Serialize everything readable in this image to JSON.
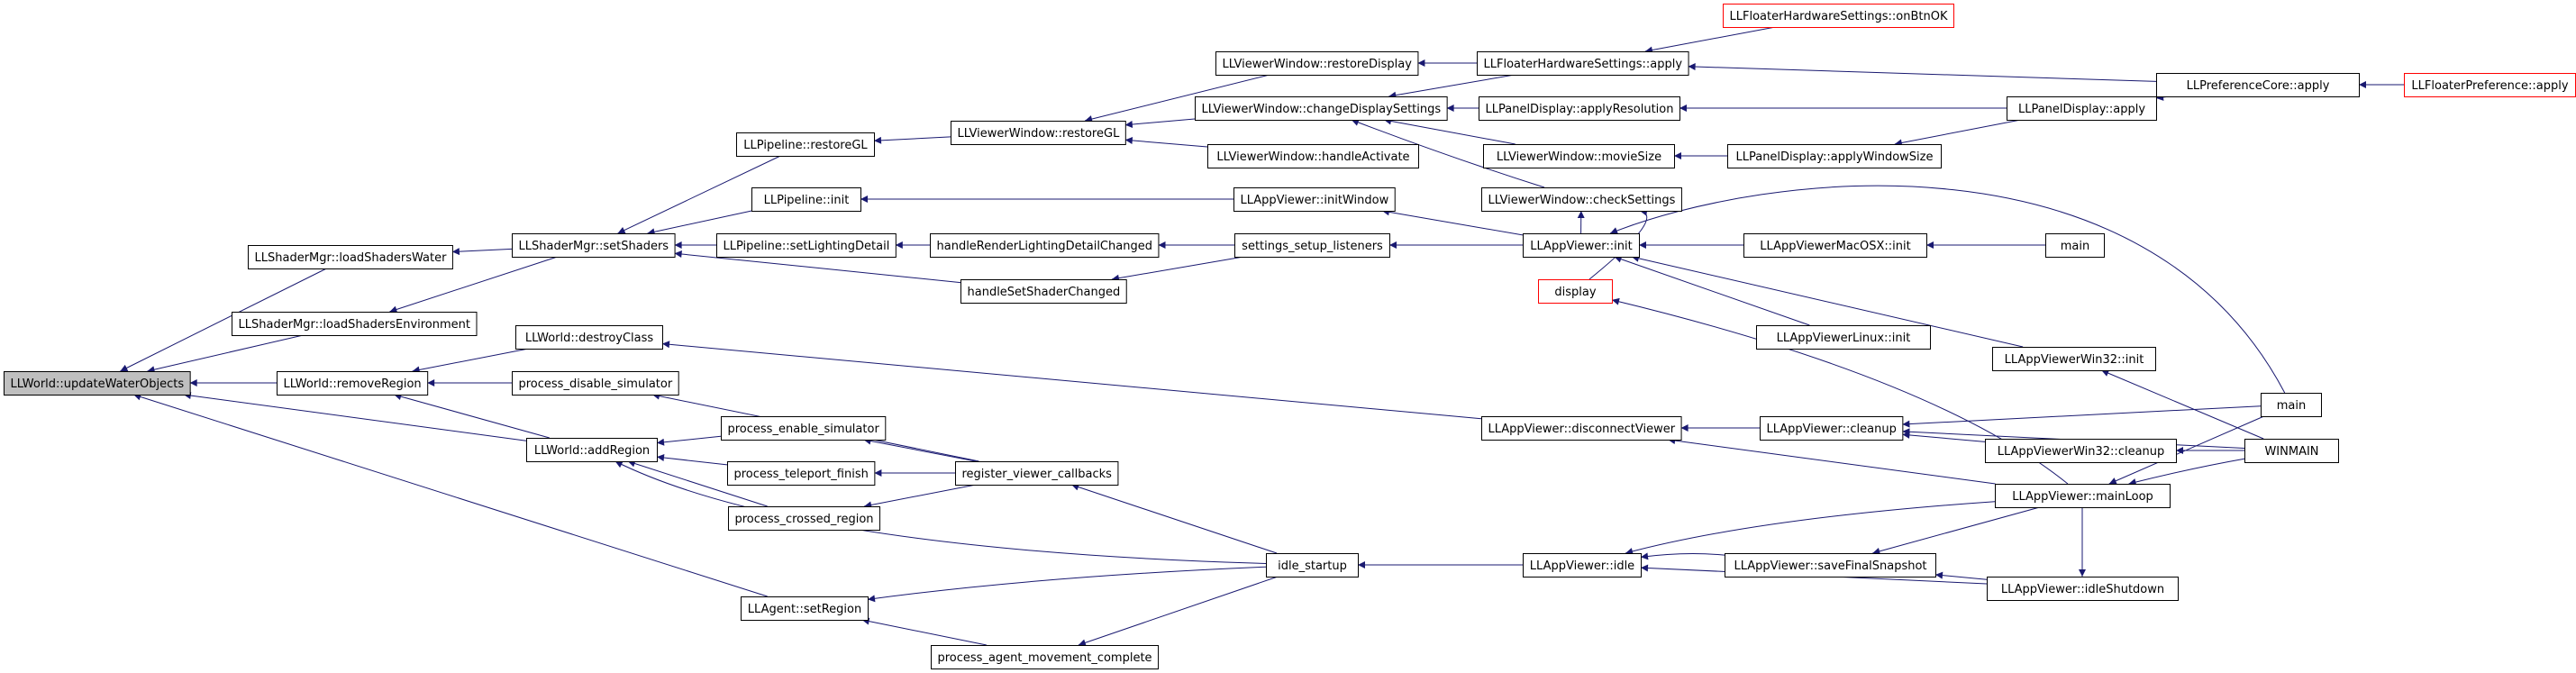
{
  "graph": {
    "nodes": [
      {
        "id": "updateWater",
        "label": "LLWorld::updateWaterObjects",
        "type": "root"
      },
      {
        "id": "loadWater",
        "label": "LLShaderMgr::loadShadersWater"
      },
      {
        "id": "loadEnv",
        "label": "LLShaderMgr::loadShadersEnvironment"
      },
      {
        "id": "removeRegion",
        "label": "LLWorld::removeRegion"
      },
      {
        "id": "addRegion",
        "label": "LLWorld::addRegion"
      },
      {
        "id": "setRegion",
        "label": "LLAgent::setRegion"
      },
      {
        "id": "setShaders",
        "label": "LLShaderMgr::setShaders"
      },
      {
        "id": "destroyClass",
        "label": "LLWorld::destroyClass"
      },
      {
        "id": "disableSim",
        "label": "process_disable_simulator"
      },
      {
        "id": "restoreGL_p",
        "label": "LLPipeline::restoreGL"
      },
      {
        "id": "pipeInit",
        "label": "LLPipeline::init"
      },
      {
        "id": "setLighting",
        "label": "LLPipeline::setLightingDetail"
      },
      {
        "id": "shaderChanged",
        "label": "handleSetShaderChanged"
      },
      {
        "id": "enableSim",
        "label": "process_enable_simulator"
      },
      {
        "id": "teleport",
        "label": "process_teleport_finish"
      },
      {
        "id": "crossed",
        "label": "process_crossed_region"
      },
      {
        "id": "agentMove",
        "label": "process_agent_movement_complete"
      },
      {
        "id": "restoreGL_w",
        "label": "LLViewerWindow::restoreGL"
      },
      {
        "id": "lightingChanged",
        "label": "handleRenderLightingDetailChanged"
      },
      {
        "id": "callbacks",
        "label": "register_viewer_callbacks"
      },
      {
        "id": "restoreDisplay",
        "label": "LLViewerWindow::restoreDisplay"
      },
      {
        "id": "changeDisplay",
        "label": "LLViewerWindow::changeDisplaySettings"
      },
      {
        "id": "handleActivate",
        "label": "LLViewerWindow::handleActivate"
      },
      {
        "id": "initWindow",
        "label": "LLAppViewer::initWindow"
      },
      {
        "id": "settings",
        "label": "settings_setup_listeners"
      },
      {
        "id": "disconnect",
        "label": "LLAppViewer::disconnectViewer"
      },
      {
        "id": "idleStartup",
        "label": "idle_startup"
      },
      {
        "id": "hwApply",
        "label": "LLFloaterHardwareSettings::apply"
      },
      {
        "id": "applyRes",
        "label": "LLPanelDisplay::applyResolution"
      },
      {
        "id": "movieSize",
        "label": "LLViewerWindow::movieSize"
      },
      {
        "id": "checkSettings",
        "label": "LLViewerWindow::checkSettings"
      },
      {
        "id": "appInit",
        "label": "LLAppViewer::init"
      },
      {
        "id": "display",
        "label": "display",
        "type": "ext"
      },
      {
        "id": "linuxInit",
        "label": "LLAppViewerLinux::init"
      },
      {
        "id": "appIdle",
        "label": "LLAppViewer::idle"
      },
      {
        "id": "hwOnBtn",
        "label": "LLFloaterHardwareSettings::onBtnOK",
        "type": "ext"
      },
      {
        "id": "applyWinSize",
        "label": "LLPanelDisplay::applyWindowSize"
      },
      {
        "id": "macInit",
        "label": "LLAppViewerMacOSX::init"
      },
      {
        "id": "cleanup",
        "label": "LLAppViewer::cleanup"
      },
      {
        "id": "saveSnap",
        "label": "LLAppViewer::saveFinalSnapshot"
      },
      {
        "id": "panelApply",
        "label": "LLPanelDisplay::apply"
      },
      {
        "id": "win32Init",
        "label": "LLAppViewerWin32::init"
      },
      {
        "id": "win32Cleanup",
        "label": "LLAppViewerWin32::cleanup"
      },
      {
        "id": "mainLoop",
        "label": "LLAppViewer::mainLoop"
      },
      {
        "id": "idleShutdown",
        "label": "LLAppViewer::idleShutdown"
      },
      {
        "id": "prefApply",
        "label": "LLPreferenceCore::apply"
      },
      {
        "id": "mainA",
        "label": "main"
      },
      {
        "id": "mainB",
        "label": "main"
      },
      {
        "id": "winmain",
        "label": "WINMAIN"
      },
      {
        "id": "floaterPref",
        "label": "LLFloaterPreference::apply",
        "type": "ext"
      }
    ],
    "edges": [
      [
        "loadWater",
        "updateWater"
      ],
      [
        "loadEnv",
        "updateWater"
      ],
      [
        "removeRegion",
        "updateWater"
      ],
      [
        "addRegion",
        "updateWater"
      ],
      [
        "setRegion",
        "updateWater"
      ],
      [
        "setShaders",
        "loadWater"
      ],
      [
        "setShaders",
        "loadEnv"
      ],
      [
        "destroyClass",
        "removeRegion"
      ],
      [
        "disableSim",
        "removeRegion"
      ],
      [
        "addRegion",
        "removeRegion"
      ],
      [
        "enableSim",
        "addRegion"
      ],
      [
        "teleport",
        "addRegion"
      ],
      [
        "crossed",
        "addRegion"
      ],
      [
        "idleStartup",
        "addRegion"
      ],
      [
        "idleStartup",
        "setRegion"
      ],
      [
        "agentMove",
        "setRegion"
      ],
      [
        "restoreGL_p",
        "setShaders"
      ],
      [
        "pipeInit",
        "setShaders"
      ],
      [
        "setLighting",
        "setShaders"
      ],
      [
        "shaderChanged",
        "setShaders"
      ],
      [
        "restoreGL_w",
        "restoreGL_p"
      ],
      [
        "initWindow",
        "pipeInit"
      ],
      [
        "lightingChanged",
        "setLighting"
      ],
      [
        "settings",
        "shaderChanged"
      ],
      [
        "settings",
        "lightingChanged"
      ],
      [
        "restoreDisplay",
        "restoreGL_w"
      ],
      [
        "changeDisplay",
        "restoreGL_w"
      ],
      [
        "handleActivate",
        "restoreGL_w"
      ],
      [
        "appInit",
        "initWindow"
      ],
      [
        "appInit",
        "settings"
      ],
      [
        "disconnect",
        "destroyClass"
      ],
      [
        "callbacks",
        "disableSim"
      ],
      [
        "callbacks",
        "enableSim"
      ],
      [
        "callbacks",
        "teleport"
      ],
      [
        "callbacks",
        "crossed"
      ],
      [
        "idleStartup",
        "callbacks"
      ],
      [
        "idleStartup",
        "agentMove"
      ],
      [
        "appIdle",
        "idleStartup"
      ],
      [
        "hwApply",
        "restoreDisplay"
      ],
      [
        "hwApply",
        "changeDisplay"
      ],
      [
        "applyRes",
        "changeDisplay"
      ],
      [
        "movieSize",
        "changeDisplay"
      ],
      [
        "checkSettings",
        "changeDisplay"
      ],
      [
        "hwOnBtn",
        "hwApply"
      ],
      [
        "prefApply",
        "hwApply"
      ],
      [
        "panelApply",
        "applyRes"
      ],
      [
        "applyWinSize",
        "movieSize"
      ],
      [
        "display",
        "checkSettings"
      ],
      [
        "appInit",
        "checkSettings"
      ],
      [
        "macInit",
        "appInit"
      ],
      [
        "linuxInit",
        "appInit"
      ],
      [
        "win32Init",
        "appInit"
      ],
      [
        "mainA",
        "appInit"
      ],
      [
        "mainLoop",
        "display"
      ],
      [
        "mainB",
        "macInit"
      ],
      [
        "cleanup",
        "disconnect"
      ],
      [
        "mainLoop",
        "disconnect"
      ],
      [
        "mainLoop",
        "appIdle"
      ],
      [
        "saveSnap",
        "appIdle"
      ],
      [
        "idleShutdown",
        "appIdle"
      ],
      [
        "mainA",
        "cleanup"
      ],
      [
        "win32Cleanup",
        "cleanup"
      ],
      [
        "winmain",
        "cleanup"
      ],
      [
        "mainLoop",
        "saveSnap"
      ],
      [
        "idleShutdown",
        "saveSnap"
      ],
      [
        "mainLoop",
        "idleShutdown"
      ],
      [
        "prefApply",
        "panelApply"
      ],
      [
        "panelApply",
        "applyWinSize"
      ],
      [
        "mainA",
        "mainLoop"
      ],
      [
        "winmain",
        "mainLoop"
      ],
      [
        "winmain",
        "win32Init"
      ],
      [
        "winmain",
        "win32Cleanup"
      ],
      [
        "floaterPref",
        "prefApply"
      ]
    ]
  }
}
